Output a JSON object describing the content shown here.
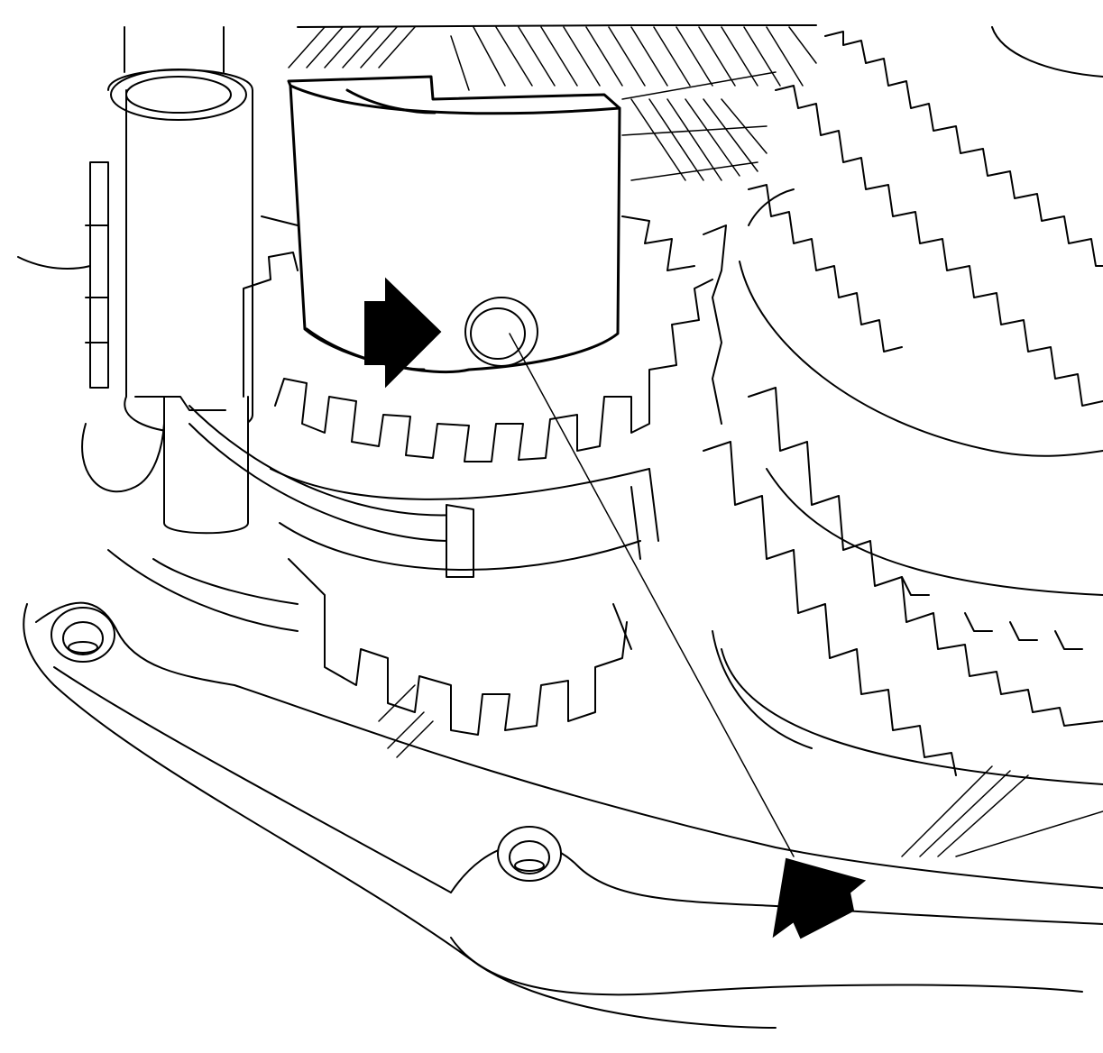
{
  "illustration": {
    "subject": "transmission-gear-assembly",
    "style": "black line art on white",
    "callouts": [
      {
        "name": "pointer-arrow-upper",
        "direction": "right",
        "target": "drilled-hole"
      },
      {
        "name": "pointer-arrow-lower",
        "direction": "up-left",
        "target": "case-flange"
      }
    ],
    "colors": {
      "line": "#000000",
      "fill": "#ffffff",
      "arrow": "#000000"
    }
  }
}
